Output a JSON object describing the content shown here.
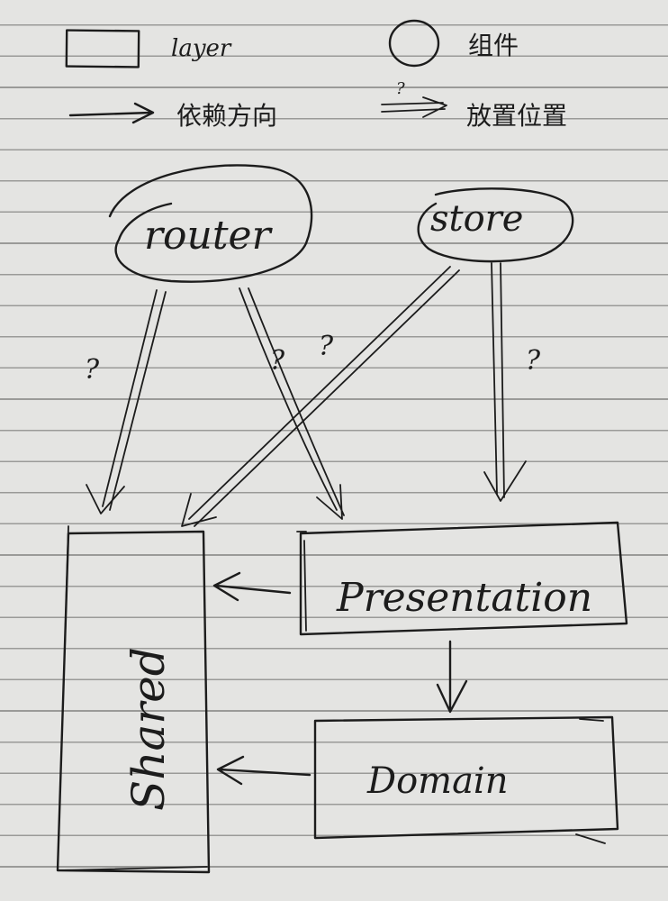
{
  "legend": {
    "layer_label": "layer",
    "component_label": "组件",
    "dependency_label": "依赖方向",
    "placement_mark": "?",
    "placement_label": "放置位置"
  },
  "components": {
    "router": "router",
    "store": "store"
  },
  "layers": {
    "shared": "Shared",
    "presentation": "Presentation",
    "domain": "Domain"
  },
  "question_marks": {
    "router_to_shared": "?",
    "router_to_presentation": "?",
    "store_to_shared": "?",
    "store_to_presentation": "?"
  }
}
